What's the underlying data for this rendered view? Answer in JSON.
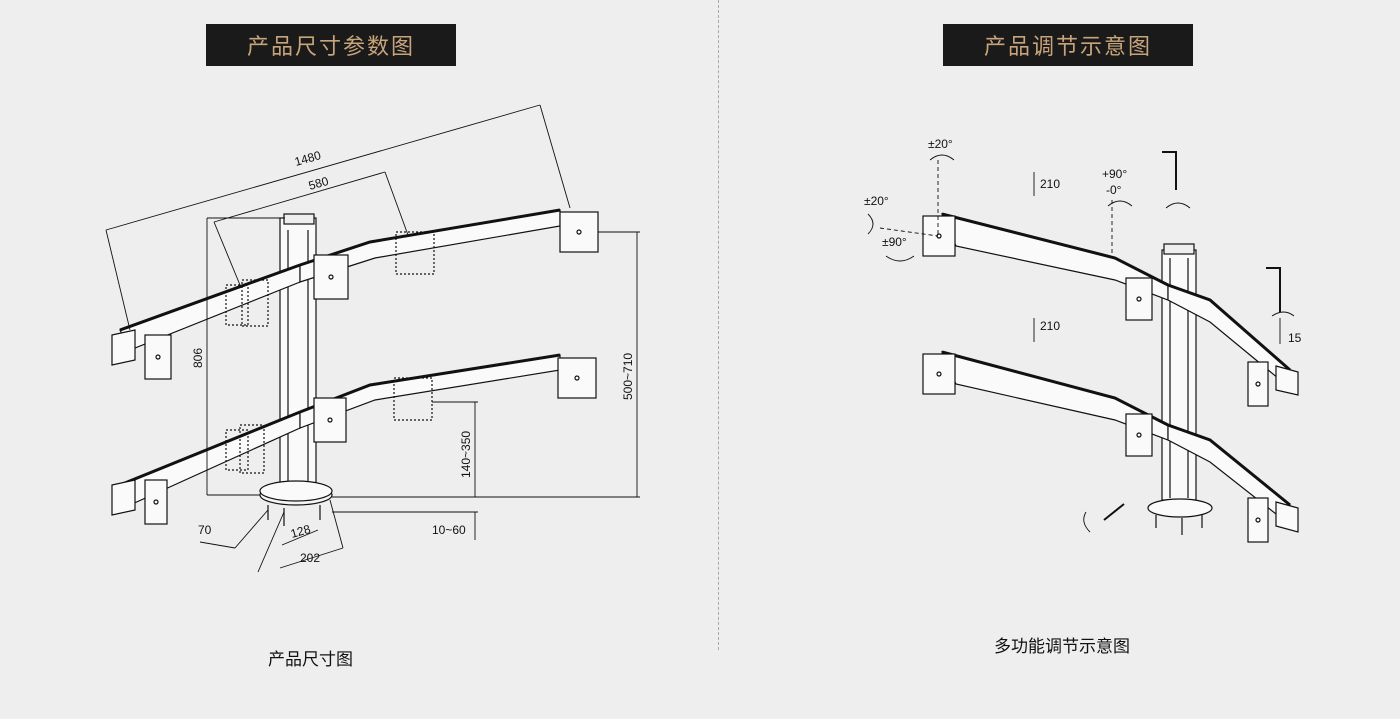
{
  "banners": {
    "left": "产品尺寸参数图",
    "right": "产品调节示意图"
  },
  "captions": {
    "left": "产品尺寸图",
    "right": "多功能调节示意图"
  },
  "dimensions": {
    "overall_width": "1480",
    "arm_span": "580",
    "pole_height": "806",
    "vesa_range": "500~710",
    "lower_range": "140~350",
    "clamp_range": "10~60",
    "base_offset": "70",
    "base_inner": "128",
    "base_outer": "202"
  },
  "adjustments": {
    "tilt_top": "±20°",
    "swivel_side": "±20°",
    "rotate": "±90°",
    "height_top": "210",
    "height_bottom": "210",
    "pivot_plus": "+90°",
    "pivot_minus": "-0°",
    "depth": "15"
  },
  "colors": {
    "banner_bg": "#1a1a1a",
    "banner_text": "#c7a47a",
    "page_bg": "#eeeeee",
    "line": "#111111"
  }
}
